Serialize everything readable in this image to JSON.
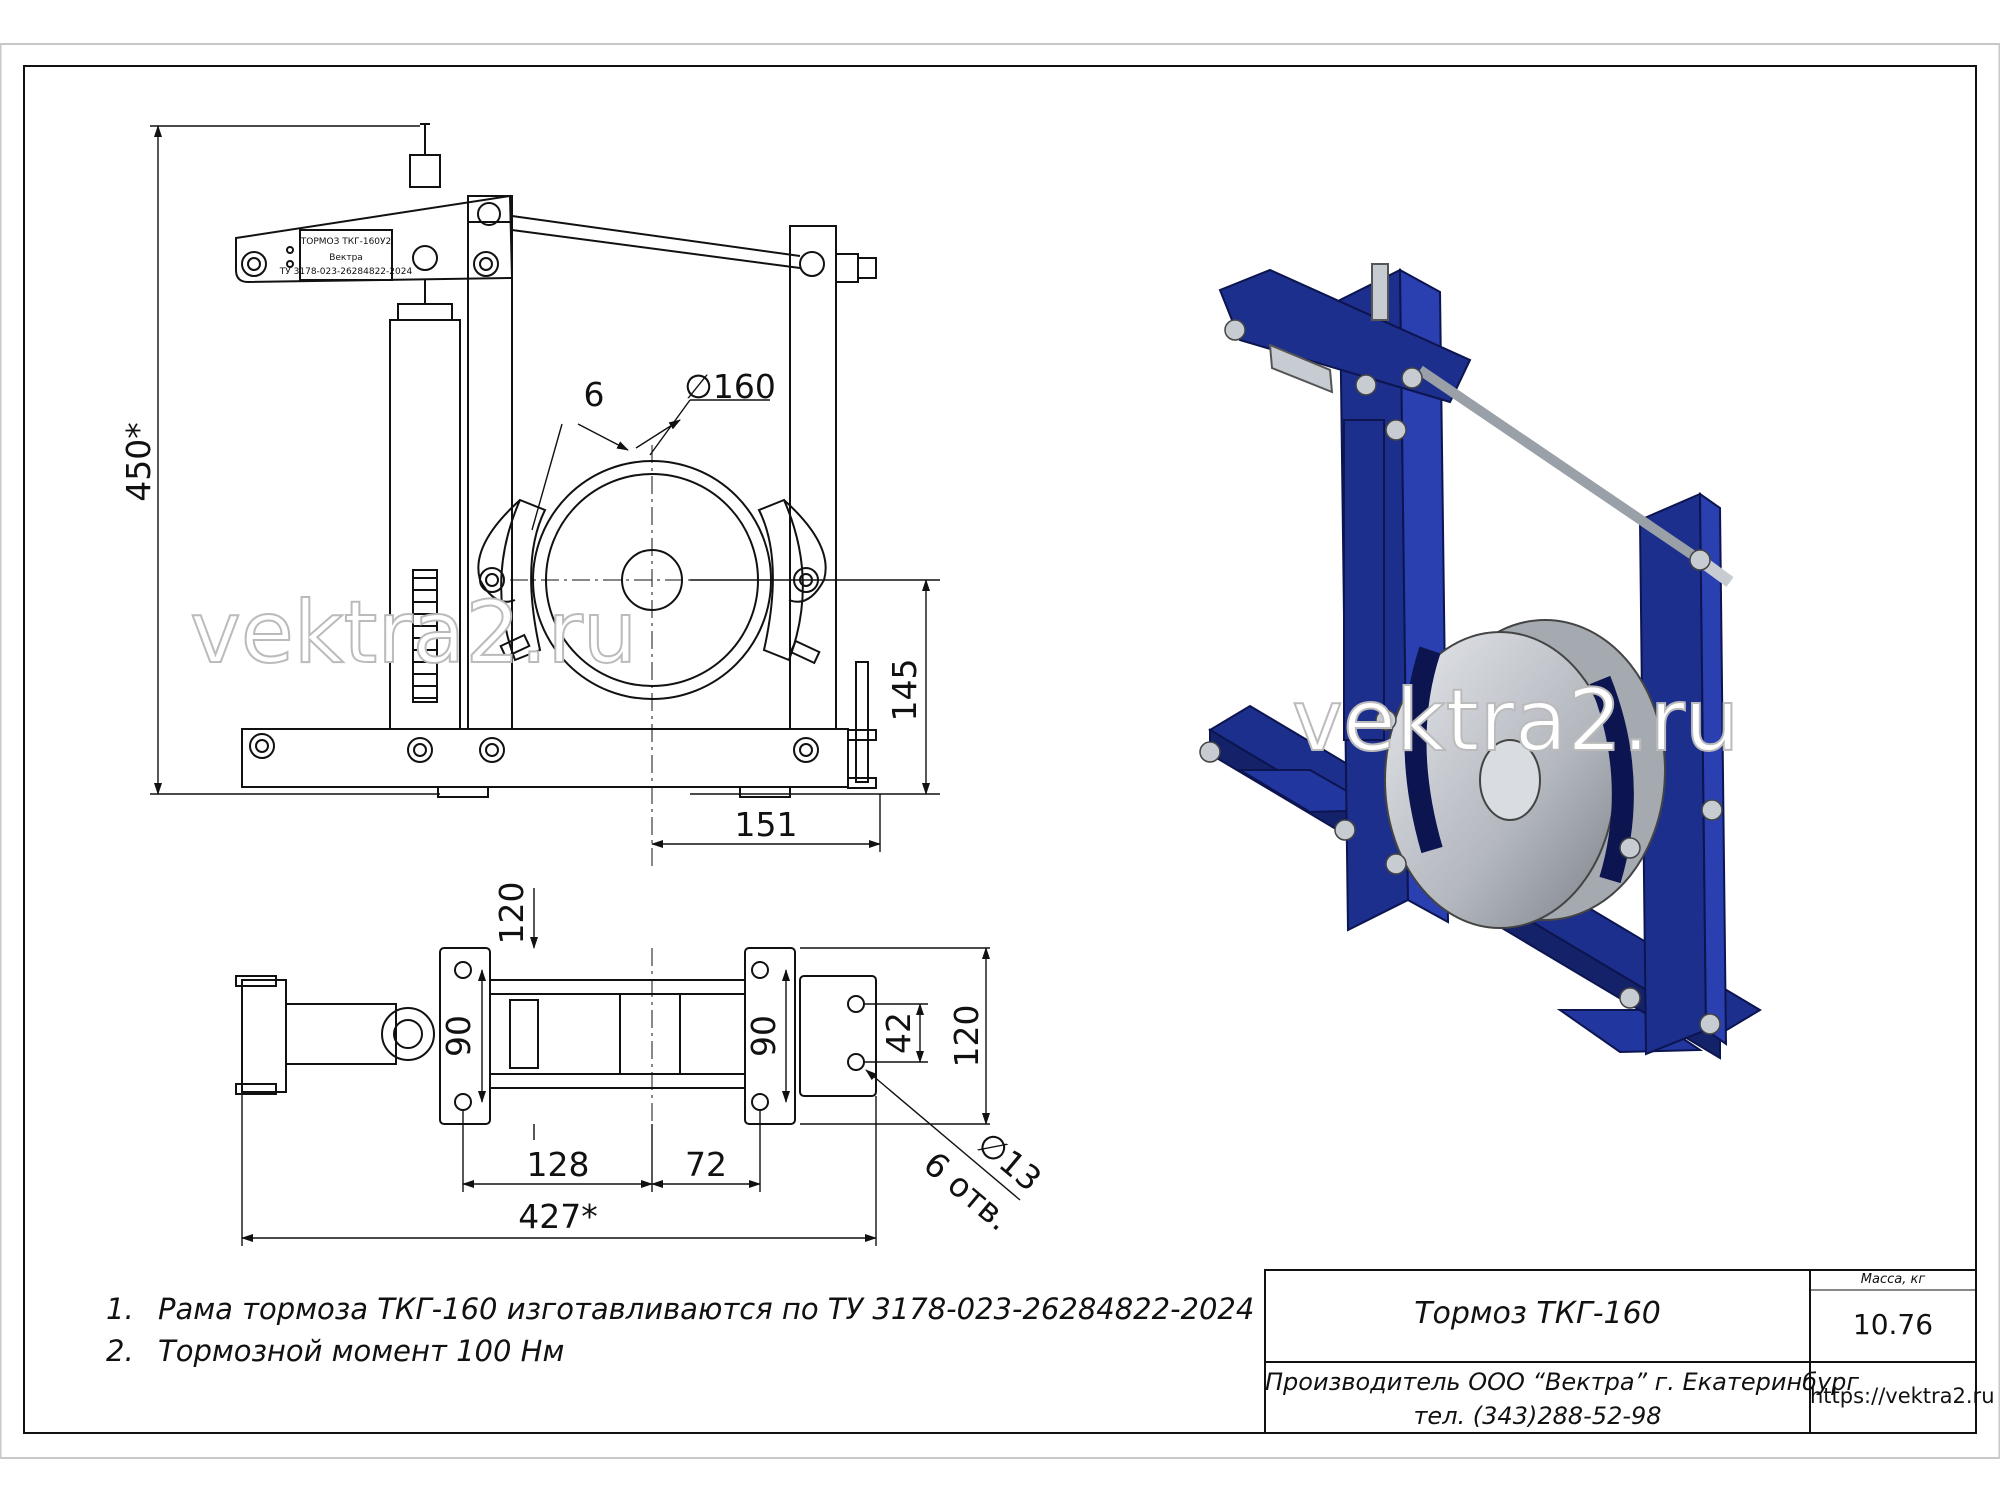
{
  "drawing": {
    "front_view_dims": {
      "height": "450*",
      "drum_dia": "∅160",
      "shoe_gap": "6",
      "axis_height": "145",
      "axis_offset": "151"
    },
    "plan_view_dims": {
      "left_flange_width": "90",
      "right_flange_width": "90",
      "hole_spacing": "42",
      "base_width_top": "120",
      "base_width_right": "120",
      "len_a": "128",
      "len_b": "72",
      "total_len": "427*",
      "hole_dia": "∅13",
      "hole_count": "6 отв."
    },
    "nameplate": {
      "line1": "ТОРМОЗ ТКГ-160У2",
      "line2": "Вектра",
      "line3": "ТУ 3178-023-26284822-2024"
    },
    "watermark": "vektra2.ru"
  },
  "notes": [
    {
      "num": "1.",
      "text": "Рама тормоза ТКГ-160 изготавливаются по ТУ 3178-023-26284822-2024"
    },
    {
      "num": "2.",
      "text": "Тормозной момент 100 Нм"
    }
  ],
  "title_block": {
    "product": "Тормоз ТКГ-160",
    "mass_label": "Масса, кг",
    "mass_value": "10.76",
    "manufacturer": "Производитель ООО “Вектра” г. Екатеринбург",
    "phone": "тел. (343)288-52-98",
    "website": "https://vektra2.ru"
  },
  "colors": {
    "frame_blue": "#1d2f8c",
    "frame_blue_light": "#3448b8",
    "drum_grey": "#b9bcc2",
    "line": "#111111"
  }
}
